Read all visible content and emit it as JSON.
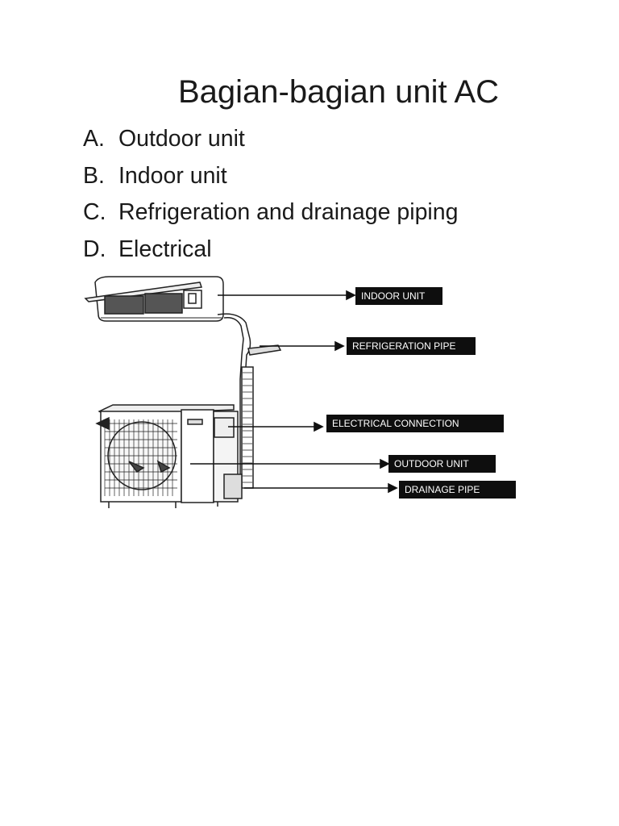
{
  "title": "Bagian-bagian unit AC",
  "parts": [
    {
      "letter": "A.",
      "label": "Outdoor unit"
    },
    {
      "letter": "B.",
      "label": "Indoor unit"
    },
    {
      "letter": "C.",
      "label": "Refrigeration and drainage piping"
    },
    {
      "letter": "D.",
      "label": "Electrical"
    }
  ],
  "callouts": {
    "indoor_unit": "INDOOR UNIT",
    "refrigeration_pipe": "REFRIGERATION PIPE",
    "electrical_connection": "ELECTRICAL CONNECTION",
    "outdoor_unit": "OUTDOOR UNIT",
    "drainage_pipe": "DRAINAGE PIPE"
  },
  "colors": {
    "label_bg": "#0e0e0e",
    "label_text": "#ffffff",
    "line": "#111111"
  }
}
